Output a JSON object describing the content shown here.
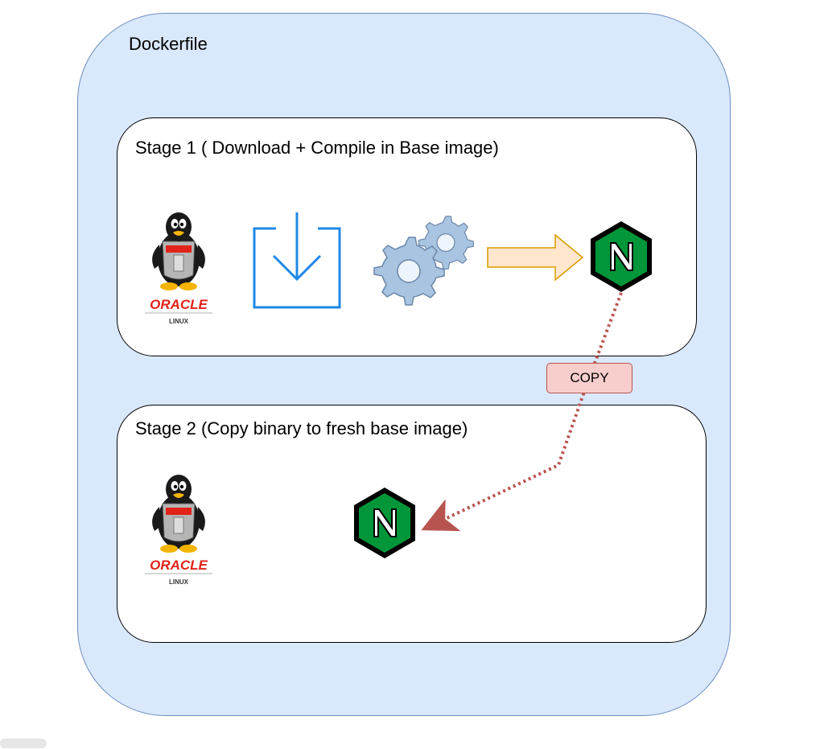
{
  "container": {
    "title": "Dockerfile"
  },
  "stages": [
    {
      "title": "Stage 1 ( Download + Compile in Base image)",
      "icons": [
        "oracle-linux-tux-icon",
        "download-icon",
        "gears-icon",
        "arrow-right-icon",
        "nginx-icon"
      ]
    },
    {
      "title": "Stage 2 (Copy binary to fresh base image)",
      "icons": [
        "oracle-linux-tux-icon",
        "nginx-icon"
      ]
    }
  ],
  "connector": {
    "label": "COPY",
    "style": "dotted",
    "color": "#b85450"
  },
  "logo": {
    "brand": "ORACLE",
    "product": "LINUX",
    "nginx_letter": "N"
  },
  "colors": {
    "container_fill": "#dae8fc",
    "container_stroke": "#6c8ebf",
    "copy_fill": "#f8cecc",
    "copy_stroke": "#b85450",
    "arrow_fill": "#ffe6cc",
    "arrow_stroke": "#d79b00",
    "nginx_green": "#009639",
    "download_blue": "#1e88e5",
    "oracle_red": "#e2231a"
  }
}
